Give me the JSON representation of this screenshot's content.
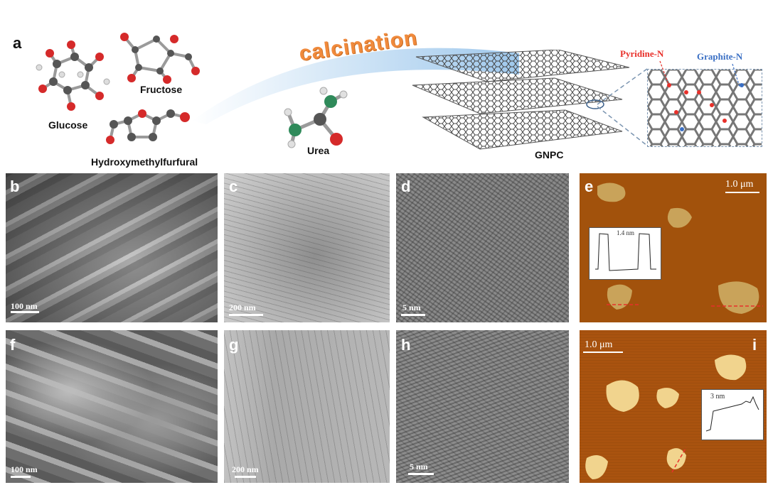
{
  "panel_a": {
    "label": "a",
    "molecules": {
      "glucose": "Glucose",
      "fructose": "Fructose",
      "hmf": "Hydroxymethylfurfural",
      "urea": "Urea"
    },
    "process": "calcination",
    "product": "GNPC",
    "dopants": {
      "pyridine": "Pyridine-N",
      "graphite": "Graphite-N"
    },
    "colors": {
      "pyridine": "#e8302a",
      "graphite": "#3a6fc4",
      "calcination": "#f08a3c"
    }
  },
  "panel_b": {
    "label": "b",
    "scale": "100 nm"
  },
  "panel_c": {
    "label": "c",
    "scale": "200 nm"
  },
  "panel_d": {
    "label": "d",
    "scale": "5 nm"
  },
  "panel_e": {
    "label": "e",
    "scale": "1.0 μm",
    "inset_value": "1.4 nm"
  },
  "panel_f": {
    "label": "f",
    "scale": "100 nm"
  },
  "panel_g": {
    "label": "g",
    "scale": "200 nm"
  },
  "panel_h": {
    "label": "h",
    "scale": "5 nm"
  },
  "panel_i": {
    "label": "i",
    "scale": "1.0 μm",
    "inset_value": "3 nm"
  }
}
